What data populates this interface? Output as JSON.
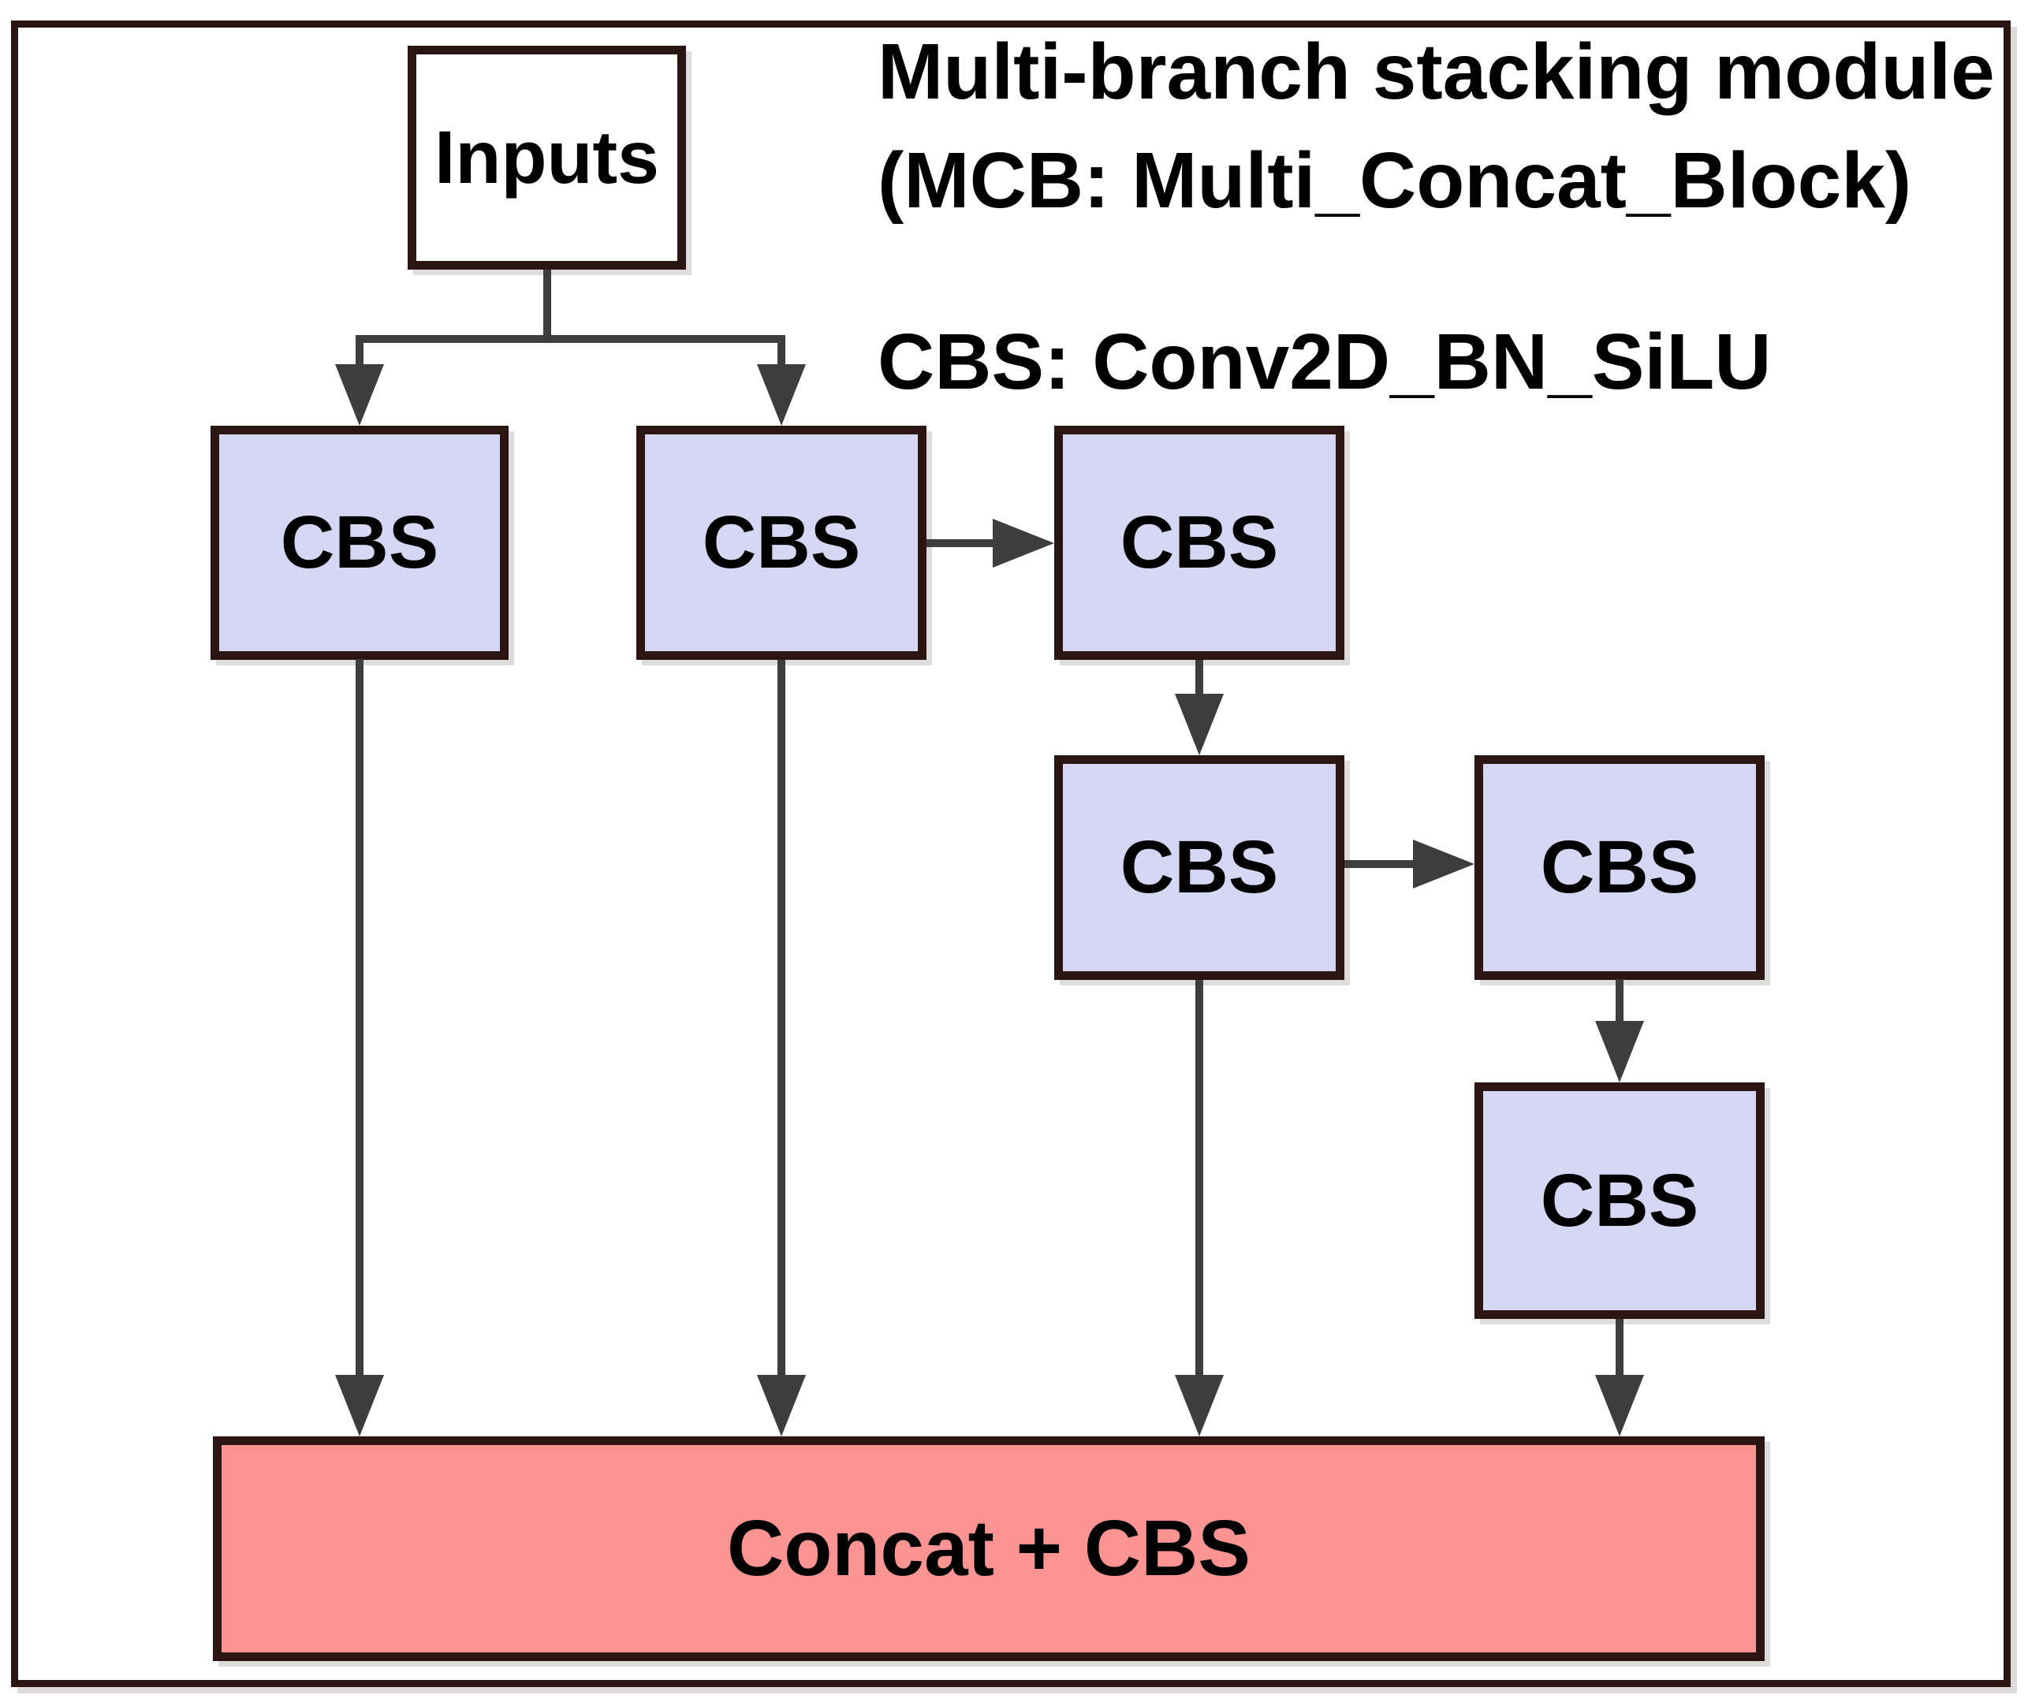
{
  "diagram": {
    "title_line1": "Multi-branch stacking module",
    "title_line2": "(MCB: Multi_Concat_Block)",
    "legend": "CBS: Conv2D_BN_SiLU",
    "nodes": {
      "inputs": "Inputs",
      "cbs": "CBS",
      "concat": "Concat + CBS"
    },
    "colors": {
      "background": "#ffffff",
      "frame_border": "#2a1512",
      "box_border": "#2a1512",
      "cbs_fill": "#d6d6f5",
      "concat_fill": "#fb9492",
      "inputs_fill": "#ffffff",
      "arrow": "#3d3d3d",
      "text": "#000000"
    }
  }
}
